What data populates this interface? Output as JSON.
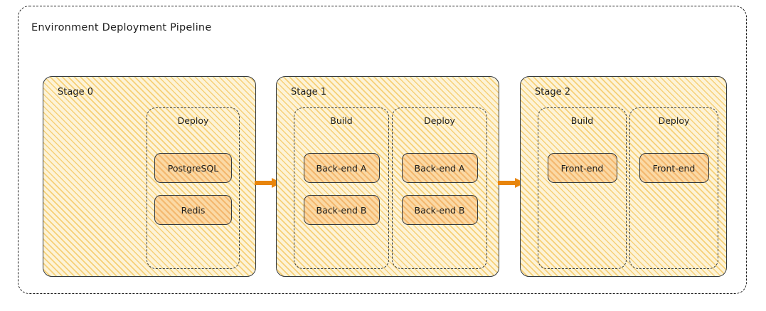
{
  "diagram": {
    "title": "Environment Deployment Pipeline",
    "type": "flow",
    "colors": {
      "stage_fill": "#fdf3d7",
      "stage_hatch": "#f0b429",
      "stage_border": "#343a40",
      "node_fill": "#fbd9a5",
      "node_hatch": "#e8881e",
      "node_border": "#343a40",
      "arrow": "#e8850c",
      "text": "#1e1e1e",
      "frame_border": "#1e1e1e",
      "background": "#ffffff"
    },
    "stages": [
      {
        "label": "Stage 0",
        "groups": [
          {
            "label": "Deploy",
            "nodes": [
              {
                "label": "PostgreSQL"
              },
              {
                "label": "Redis"
              }
            ]
          }
        ]
      },
      {
        "label": "Stage 1",
        "groups": [
          {
            "label": "Build",
            "nodes": [
              {
                "label": "Back-end A"
              },
              {
                "label": "Back-end B"
              }
            ]
          },
          {
            "label": "Deploy",
            "nodes": [
              {
                "label": "Back-end A"
              },
              {
                "label": "Back-end B"
              }
            ]
          }
        ]
      },
      {
        "label": "Stage 2",
        "groups": [
          {
            "label": "Build",
            "nodes": [
              {
                "label": "Front-end"
              }
            ]
          },
          {
            "label": "Deploy",
            "nodes": [
              {
                "label": "Front-end"
              }
            ]
          }
        ]
      }
    ],
    "arrows": [
      {
        "from": "Stage 0",
        "to": "Stage 1",
        "icon": "arrow-right-icon"
      },
      {
        "from": "Stage 1",
        "to": "Stage 2",
        "icon": "arrow-right-icon"
      }
    ]
  }
}
